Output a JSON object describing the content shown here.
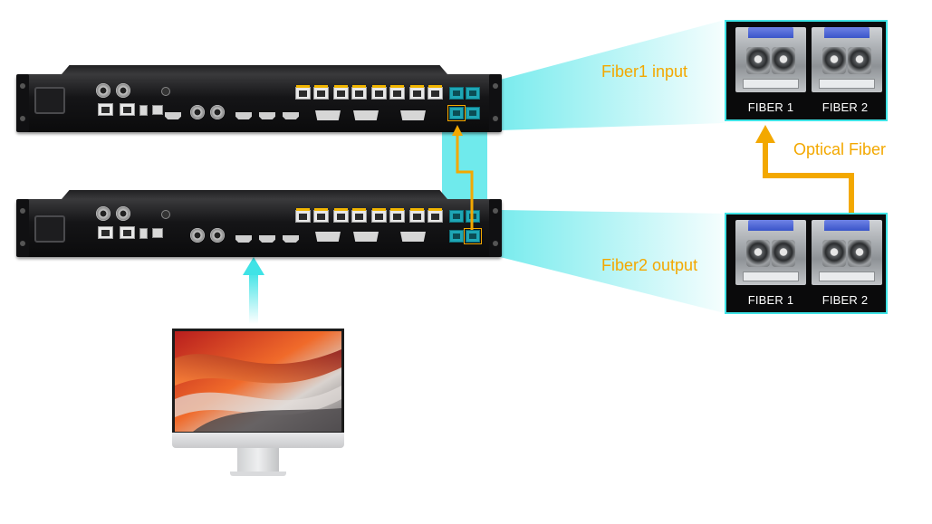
{
  "colors": {
    "accent": "#f3a800",
    "beam": "#3fe3e6",
    "panel_border": "#3fe3e6",
    "panel_background": "#0a0a0b",
    "device_body": "#151517"
  },
  "labels": {
    "fiber1_input": "Fiber1 input",
    "fiber2_output": "Fiber2 output",
    "optical_fiber": "Optical Fiber"
  },
  "panels": {
    "top": {
      "left_port": "FIBER 1",
      "right_port": "FIBER 2"
    },
    "bottom": {
      "left_port": "FIBER 1",
      "right_port": "FIBER 2"
    }
  },
  "icons": {
    "upward_arrow": "arrow-up-icon",
    "monitor": "monitor-icon",
    "fiber_cable": "fiber-cable-icon"
  }
}
